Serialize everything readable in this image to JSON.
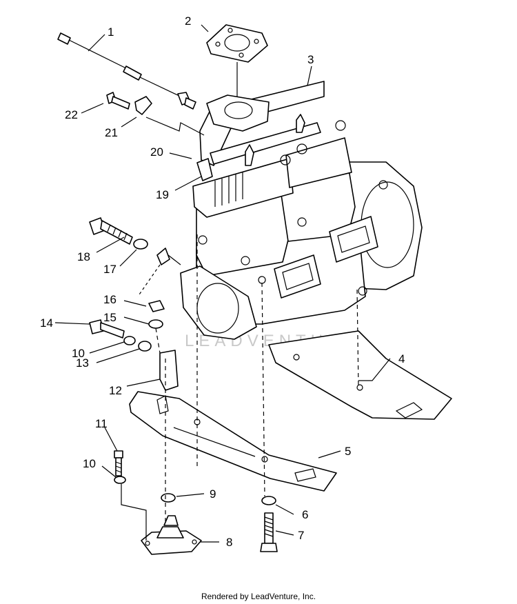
{
  "diagram": {
    "watermark": "LEADVENTURE",
    "footer": "Rendered by LeadVenture, Inc.",
    "callouts": [
      "1",
      "2",
      "3",
      "4",
      "5",
      "6",
      "7",
      "8",
      "9",
      "10",
      "11",
      "12",
      "13",
      "14",
      "15",
      "16",
      "17",
      "18",
      "19",
      "20",
      "21",
      "22",
      "10"
    ]
  }
}
